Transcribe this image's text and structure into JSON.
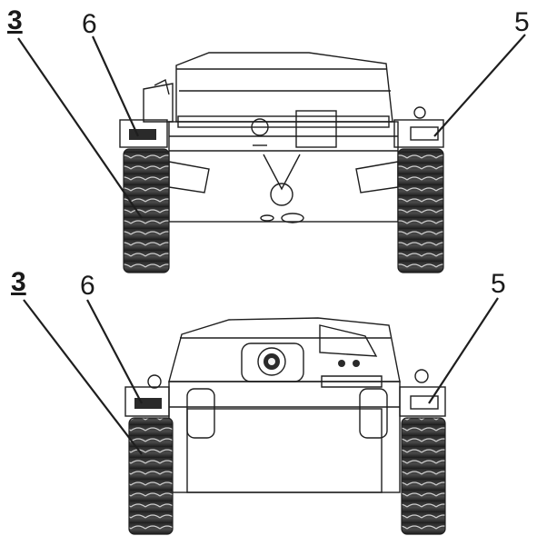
{
  "figure": {
    "views": [
      {
        "id": "rear",
        "callouts": [
          {
            "label": "3",
            "underlined": true,
            "target": "track"
          },
          {
            "label": "6",
            "underlined": false,
            "target": "left-lamp-plate"
          },
          {
            "label": "5",
            "underlined": false,
            "target": "right-lamp-plate"
          }
        ]
      },
      {
        "id": "front",
        "callouts": [
          {
            "label": "3",
            "underlined": true,
            "target": "track"
          },
          {
            "label": "6",
            "underlined": false,
            "target": "left-lamp-plate"
          },
          {
            "label": "5",
            "underlined": false,
            "target": "right-lamp-plate"
          }
        ]
      }
    ]
  },
  "colors": {
    "ink": "#1e1e1e",
    "hull_fill": "#e8e8e8",
    "track_fill": "#3a3a3a"
  }
}
